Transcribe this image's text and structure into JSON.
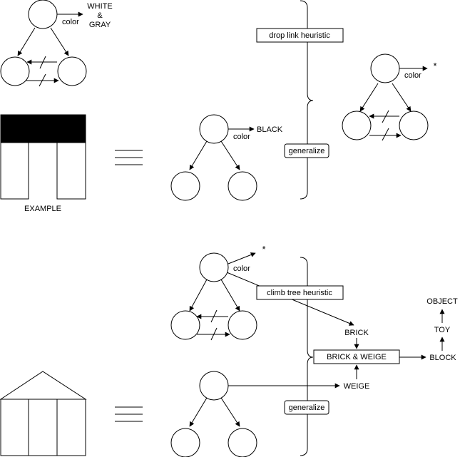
{
  "labels": {
    "white_gray": [
      "WHITE",
      "&",
      "GRAY"
    ],
    "color": "color",
    "black": "BLACK",
    "star": "*",
    "example": "EXAMPLE",
    "drop_link_heuristic": "drop link heuristic",
    "generalize": "generalize",
    "climb_tree_heuristic": "climb tree heuristic",
    "brick": "BRICK",
    "brick_weige": "BRICK & WEIGE",
    "weige": "WEIGE",
    "block": "BLOCK",
    "toy": "TOY",
    "object": "OBJECT"
  }
}
